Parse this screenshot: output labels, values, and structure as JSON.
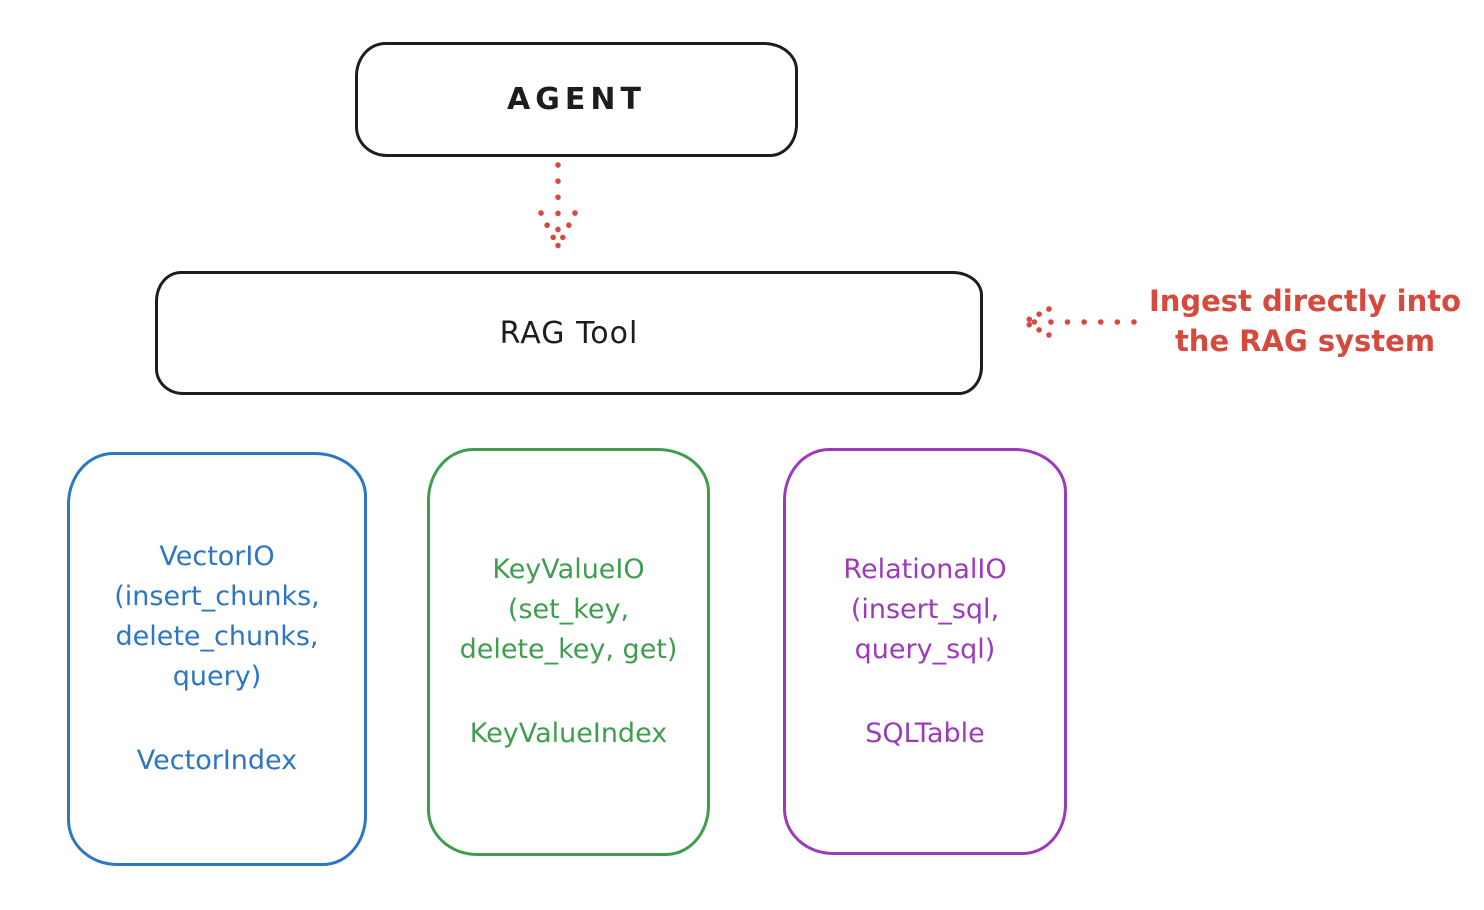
{
  "diagram": {
    "agent_label": "AGENT",
    "rag_tool_label": "RAG Tool",
    "annotation": {
      "line1": "Ingest directly into",
      "line2": "the RAG system"
    },
    "nodes": {
      "vector": {
        "title_lines": [
          "VectorIO",
          "(insert_chunks,",
          "delete_chunks,",
          "query)"
        ],
        "subtitle": "VectorIndex",
        "color": "#2b76c5"
      },
      "keyvalue": {
        "title_lines": [
          "KeyValueIO",
          "(set_key,",
          "delete_key, get)"
        ],
        "subtitle": "KeyValueIndex",
        "color": "#3f9e4e"
      },
      "relational": {
        "title_lines": [
          "RelationalIO",
          "(insert_sql,",
          "query_sql)"
        ],
        "subtitle": "SQLTable",
        "color": "#9c3abc"
      }
    },
    "colors": {
      "stroke_black": "#1d1d1d",
      "accent_red": "#d6493d",
      "blue": "#2b76c5",
      "green": "#3f9e4e",
      "purple": "#9c3abc",
      "background": "#ffffff"
    }
  }
}
